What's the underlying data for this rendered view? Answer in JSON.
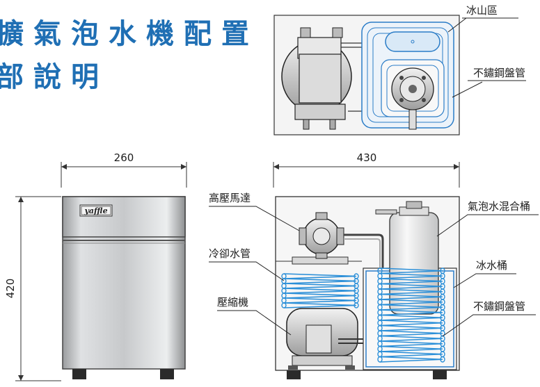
{
  "title": {
    "line1": "擴氣泡水機配置",
    "line2": "部說明"
  },
  "front_view": {
    "brand": "yaffle",
    "width_dim": "260",
    "height_dim": "420"
  },
  "top_view": {
    "labels": {
      "ice_zone": "冰山區",
      "steel_coil": "不鏽鋼盤管"
    }
  },
  "side_view": {
    "width_dim": "430",
    "labels": {
      "motor": "高壓馬達",
      "cooling_pipe": "冷卻水管",
      "compressor": "壓縮機",
      "mixing_tank": "氣泡水混合桶",
      "ice_water_tank": "冰水桶",
      "steel_coil": "不鏽鋼盤管"
    }
  },
  "colors": {
    "title": "#1f6fb4",
    "coil": "#2b8fd8",
    "tank": "#2a7cc7",
    "line": "#1d1d1d"
  }
}
